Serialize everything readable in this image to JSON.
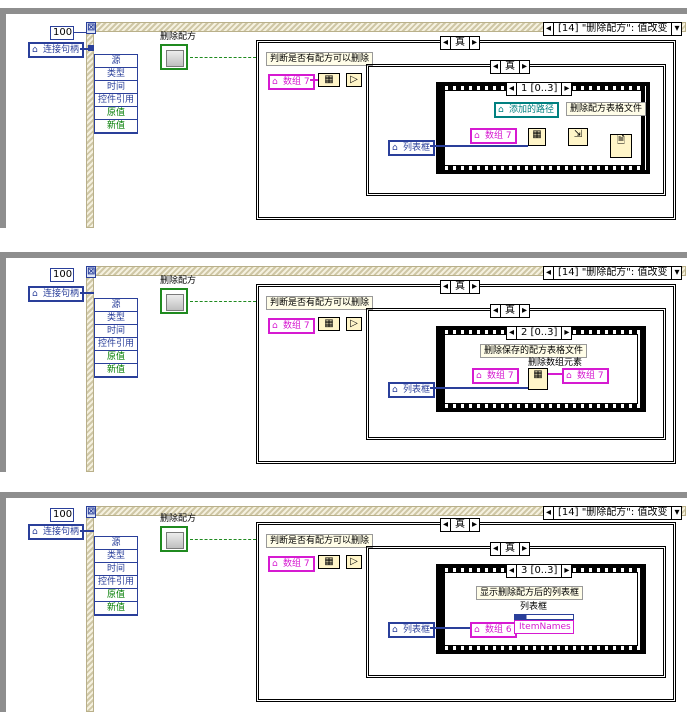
{
  "panels": [
    {
      "id": "p1",
      "loop_const": "100",
      "event_selector": "[14] \"删除配方\": 值改变",
      "handle_label": "连接句柄",
      "bool_label": "删除配方",
      "unbundle_items": [
        "源",
        "类型",
        "时间",
        "控件引用",
        "原值",
        "新值"
      ],
      "outer_case": "真",
      "comment_check": "判断是否有配方可以删除",
      "array_ref": "数组 7",
      "inner_case": "真",
      "frame_selector": "1 [0..3]",
      "path_ref": "添加的路径",
      "frame_comment": "删除配方表格文件",
      "list_ref": "列表框",
      "array_ref2": "数组 7"
    },
    {
      "id": "p2",
      "loop_const": "100",
      "event_selector": "[14] \"删除配方\": 值改变",
      "handle_label": "连接句柄",
      "bool_label": "删除配方",
      "unbundle_items": [
        "源",
        "类型",
        "时间",
        "控件引用",
        "原值",
        "新值"
      ],
      "outer_case": "真",
      "comment_check": "判断是否有配方可以删除",
      "array_ref": "数组 7",
      "inner_case": "真",
      "frame_selector": "2 [0..3]",
      "frame_comment": "删除保存的配方表格文件",
      "frame_sub": "删除数组元素",
      "list_ref": "列表框",
      "array_ref2": "数组 7",
      "array_out": "数组 7"
    },
    {
      "id": "p3",
      "loop_const": "100",
      "event_selector": "[14] \"删除配方\": 值改变",
      "handle_label": "连接句柄",
      "bool_label": "删除配方",
      "unbundle_items": [
        "源",
        "类型",
        "时间",
        "控件引用",
        "原值",
        "新值"
      ],
      "outer_case": "真",
      "comment_check": "判断是否有配方可以删除",
      "array_ref": "数组 7",
      "inner_case": "真",
      "frame_selector": "3 [0..3]",
      "frame_comment": "显示删除配方后的列表框",
      "frame_sub": "列表框",
      "list_ref": "列表框",
      "array_ref2": "数组 6",
      "property_node": "ItemNames"
    }
  ],
  "colors": {
    "reference_blue": "#2a3f9a",
    "array_pink": "#d61ad1",
    "path_teal": "#008080",
    "boolean_green": "#1f8a1f"
  }
}
